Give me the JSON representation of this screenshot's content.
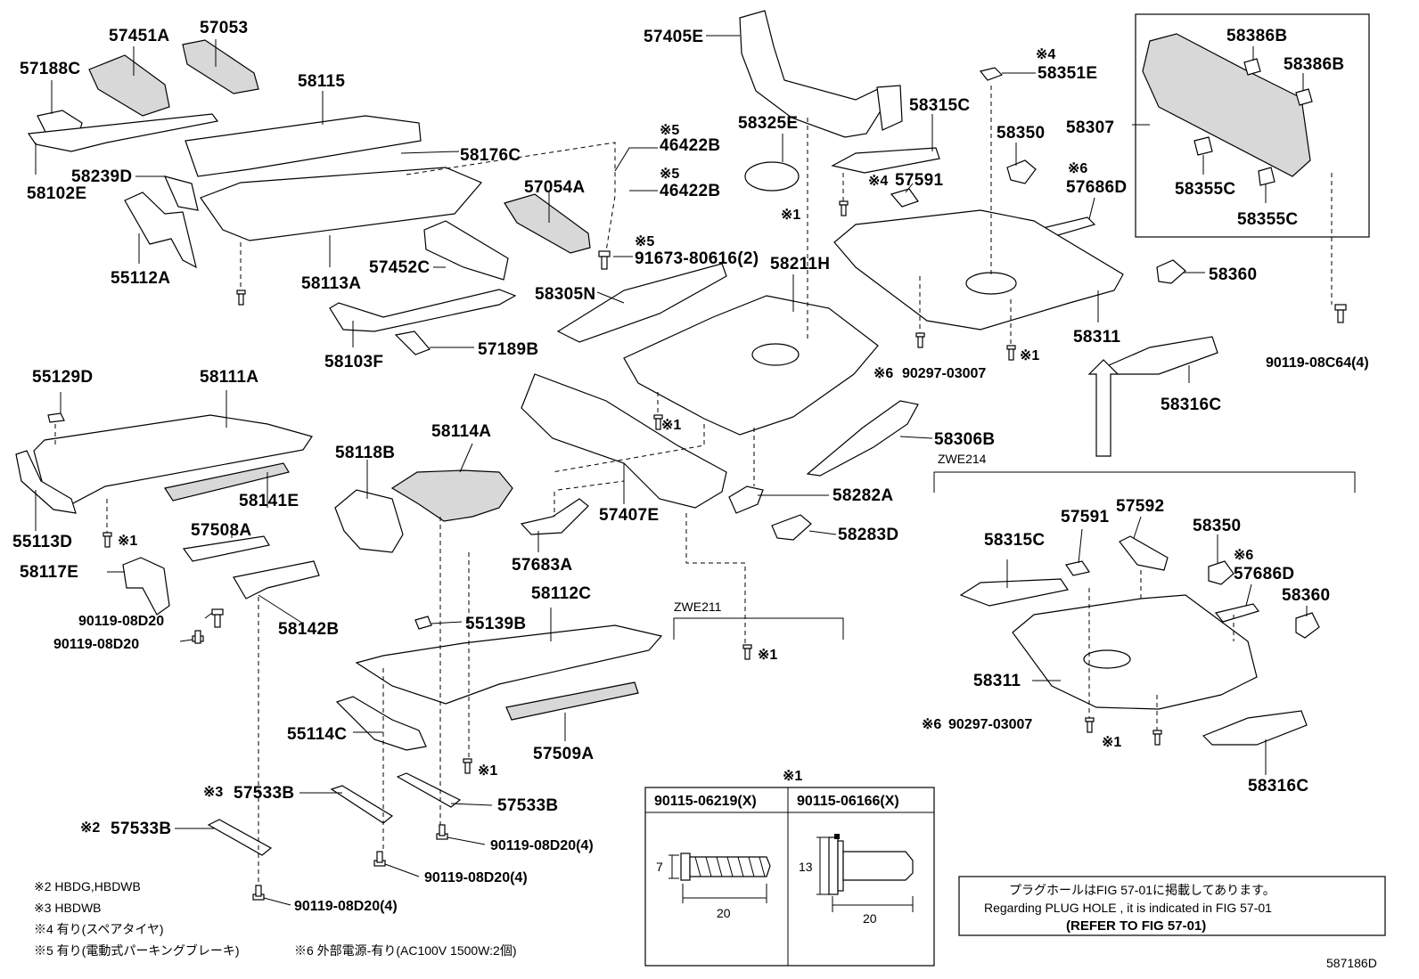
{
  "figure_code": "587186D",
  "labels": {
    "p57451A": "57451A",
    "p57053": "57053",
    "p57188C": "57188C",
    "p58115": "58115",
    "p58102E": "58102E",
    "p58239D": "58239D",
    "p55112A": "55112A",
    "p58113A": "58113A",
    "p58176C": "58176C",
    "p57405E": "57405E",
    "p46422B_1": "46422B",
    "p46422B_2": "46422B",
    "p57054A": "57054A",
    "p91673": "91673-80616(2)",
    "p57452C": "57452C",
    "p58305N": "58305N",
    "p58103F": "58103F",
    "p57189B": "57189B",
    "p58325E": "58325E",
    "p58211H": "58211H",
    "p58315C_1": "58315C",
    "p58351E": "58351E",
    "p58350_1": "58350",
    "p57591_1": "57591",
    "p57686D_1": "57686D",
    "p58311_1": "58311",
    "p90297_1": "90297-03007",
    "p58386B_1": "58386B",
    "p58386B_2": "58386B",
    "p58307": "58307",
    "p58355C_1": "58355C",
    "p58355C_2": "58355C",
    "p58360_1": "58360",
    "p90119_08C64": "90119-08C64(4)",
    "p58316C_1": "58316C",
    "p55129D": "55129D",
    "p58111A": "58111A",
    "p58114A": "58114A",
    "p58118B": "58118B",
    "p58141E": "58141E",
    "p57508A": "57508A",
    "p55113D": "55113D",
    "p58117E": "58117E",
    "p90119_08D20_a": "90119-08D20",
    "p90119_08D20_b": "90119-08D20",
    "p58142B": "58142B",
    "p57407E": "57407E",
    "p57683A": "57683A",
    "p58306B": "58306B",
    "p58282A": "58282A",
    "p58283D": "58283D",
    "p58112C": "58112C",
    "p55139B": "55139B",
    "p55114C": "55114C",
    "p57509A": "57509A",
    "p57533B_1": "57533B",
    "p57533B_2": "57533B",
    "p57533B_3": "57533B",
    "p90119_4_a": "90119-08D20(4)",
    "p90119_4_b": "90119-08D20(4)",
    "p90119_4_c": "90119-08D20(4)",
    "p58315C_2": "58315C",
    "p57591_2": "57591",
    "p57592": "57592",
    "p58350_2": "58350",
    "p57686D_2": "57686D",
    "p58360_2": "58360",
    "p58311_2": "58311",
    "p90297_2": "90297-03007",
    "p58316C_2": "58316C"
  },
  "markers": {
    "m1": "※1",
    "m4": "※4",
    "m5": "※5",
    "m6": "※6",
    "m3": "※3",
    "m2": "※2"
  },
  "sections": {
    "zwe214": "ZWE214",
    "zwe211": "ZWE211"
  },
  "bolt_table": {
    "title": "※1",
    "col1": "90115-06219(X)",
    "col2": "90115-06166(X)",
    "dim1_h": "7",
    "dim1_w": "20",
    "dim2_h": "13",
    "dim2_w": "20"
  },
  "legend": [
    "※2  HBDG,HBDWB",
    "※3  HBDWB",
    "※4  有り(スペアタイヤ)",
    "※5  有り(電動式パーキングブレーキ)",
    "※6  外部電源-有り(AC100V 1500W:2個)"
  ],
  "notice": {
    "line1": "プラグホールはFIG 57-01に掲載してあります。",
    "line2": "Regarding  PLUG  HOLE , it is indicated in FIG  57-01",
    "line3": "(REFER TO FIG 57-01)"
  }
}
